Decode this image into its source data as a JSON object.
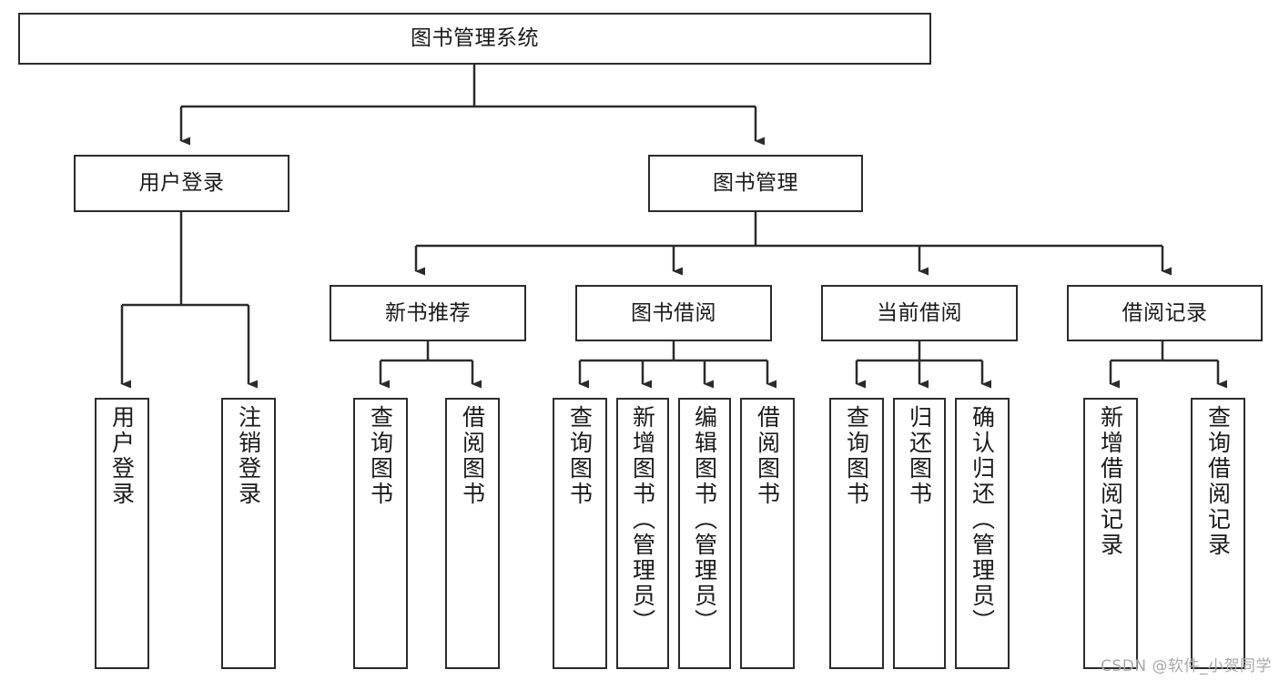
{
  "diagram": {
    "title_node": {
      "label": "图书管理系统"
    },
    "level2": [
      {
        "id": "user-login",
        "label": "用户登录"
      },
      {
        "id": "book-manage",
        "label": "图书管理"
      }
    ],
    "level3": [
      {
        "id": "new-book-rec",
        "label": "新书推荐"
      },
      {
        "id": "book-borrow",
        "label": "图书借阅"
      },
      {
        "id": "current-borrow",
        "label": "当前借阅"
      },
      {
        "id": "borrow-record",
        "label": "借阅记录"
      }
    ],
    "leaves": {
      "user_login": [
        {
          "id": "leaf-user-login",
          "label": "用户登录"
        },
        {
          "id": "leaf-logout-login",
          "label": "注销登录"
        }
      ],
      "new_book_rec": [
        {
          "id": "leaf-query-book-1",
          "label": "查询图书"
        },
        {
          "id": "leaf-borrow-book-1",
          "label": "借阅图书"
        }
      ],
      "book_borrow": [
        {
          "id": "leaf-query-book-2",
          "label": "查询图书"
        },
        {
          "id": "leaf-add-book",
          "label": "新增图书（管理员）"
        },
        {
          "id": "leaf-edit-book",
          "label": "编辑图书（管理员）"
        },
        {
          "id": "leaf-borrow-book-2",
          "label": "借阅图书"
        }
      ],
      "current_borrow": [
        {
          "id": "leaf-query-book-3",
          "label": "查询图书"
        },
        {
          "id": "leaf-return-book",
          "label": "归还图书"
        },
        {
          "id": "leaf-confirm-return",
          "label": "确认归还（管理员）"
        }
      ],
      "borrow_record": [
        {
          "id": "leaf-add-record",
          "label": "新增借阅记录"
        },
        {
          "id": "leaf-query-record",
          "label": "查询借阅记录"
        }
      ]
    }
  },
  "watermark": {
    "text": "CSDN @软件_小贺同学"
  },
  "colors": {
    "stroke": "#2b2b2b",
    "fill": "#ffffff",
    "text": "#1a1a1a",
    "watermark": "#a8a8a8"
  }
}
